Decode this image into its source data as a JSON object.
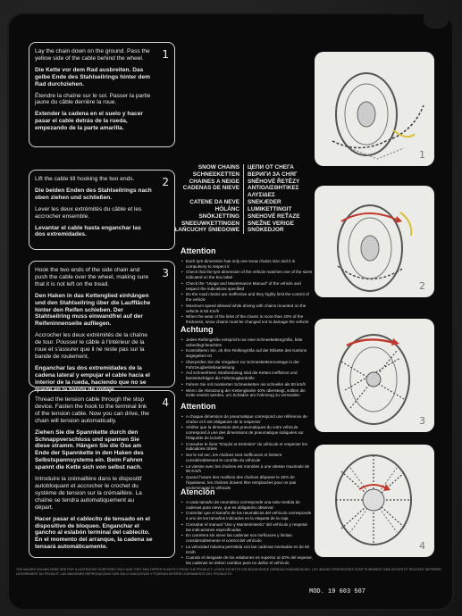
{
  "steps": [
    {
      "number": "1",
      "en": "Lay the chain down on the ground. Pass the yellow side of the cable behind the wheel.",
      "de": "Die Kette vor dem Rad ausbreiten. Das gelbe Ende des Stahlseilrings hinter dem Rad durchziehen.",
      "fr": "Étendre la chaîne sur le sol. Passer la partie jaune du câble derrière la roue.",
      "es": "Extender la cadena en el suelo y hacer pasar el cable detrás de la rueda, empezando de la parte amarilla."
    },
    {
      "number": "2",
      "en": "Lift the cable till hooking the two ends.",
      "de": "Die beiden Enden des Stahlseilrings nach oben ziehen und schließen.",
      "fr": "Lever les deux extrémités du câble et les accrocher ensemble.",
      "es": "Levantar el cable hasta enganchar las dos extremidades."
    },
    {
      "number": "3",
      "en": "Hook the two ends of the side chain and push the cable over the wheel, making sure that it is not left on the tread.",
      "de": "Den Haken in das Kettenglied einhängen und den Stahlseilring über die Lauffläche hinter den Reifen schieben. Der Stahlseilring muss einwandfrei auf der Reifeninnenseite aufliegen.",
      "fr": "Accrocher les deux extrémités de la chaîne de tour. Pousser le câble à l'intérieur de la roue et s'assurer que il ne reste pas sur la bande de roulement.",
      "es": "Enganchar las dos extremidades de la cadena lateral y empujar el cable hacia el interior de la rueda, haciendo que no se quede en la banda de rodaje."
    },
    {
      "number": "4",
      "en": "Thread the tension cable through the stop device. Fasten the hook to the terminal link of the tension cable. Now you can drive, the chain will tension automatically.",
      "de": "Ziehen Sie die Spannkette durch den Schnappverschluss und spannen Sie diese stramm. Hängen Sie die Öse am Ende der Spannkette in den Haken des Selbstspannsystems ein. Beim Fahren spannt die Kette sich von selbst nach.",
      "fr": "Introduire la crémaillère dans le dispositif autobloquant et accrocher le crochet du système de tension sur la crémaillère. La chaîne se tendra automatiquement au départ.",
      "es": "Hacer pasar el cablecito de tensado en el dispositivo de bloqueo. Enganchar el gancho al eslabón terminal del cablecito. En el momento del arranque, la cadena se tensará automáticamente."
    }
  ],
  "figures": [
    {
      "number": "1"
    },
    {
      "number": "2"
    },
    {
      "number": "3"
    },
    {
      "number": "4"
    }
  ],
  "languages": [
    {
      "left": "SNOW CHAINS",
      "right": "ЦЕПИ ОТ СНЕГА"
    },
    {
      "left": "SCHNEEKETTEN",
      "right": "ВЕРИГИ ЗА СНЯГ"
    },
    {
      "left": "CHAINES A NEIGE",
      "right": "SNĚHOVÉ ŘETĚZY"
    },
    {
      "left": "CADENAS DE NIEVE",
      "right": "ΑΝΤΙΟΛΙΣΘΗΤΙΚΕΣ ΑΛΥΣΙΔΕΣ"
    },
    {
      "left": "CATENE DA NEVE",
      "right": "SNEKÆDER"
    },
    {
      "left": "HÓLÁNC",
      "right": "LUMIKETTINGIT"
    },
    {
      "left": "SNÖKJETTING",
      "right": "SNEHOVÉ REŤAZE"
    },
    {
      "left": "SNEEUWKETTINGEN",
      "right": "SNEŽNE VERIGE"
    },
    {
      "left": "ŁAŃCUCHY ŚNIEGOWE",
      "right": "SNÖKEDJOR"
    }
  ],
  "warnings": [
    {
      "heading": "Attention",
      "items": [
        "Each tyre dimension has only one snow chains size and it is compulsory to respect it",
        "Check that the tyre dimension of the vehicle matches one of the sizes indicated on the box label",
        "Check the \"Usage and Maintenance Manual\" of the vehicle and respect the indications specified",
        "Do the road chains are ineffective and they highly limit the control of the vehicle",
        "Maximum speed allowed while driving with chains mounted on the vehicle is 50 Km/h",
        "When the wear of the links of the chains is more than 40% of the thickness, snow chains must be changed not to damage the vehicle"
      ]
    },
    {
      "heading": "Achtung",
      "items": [
        "Jedes Reifengröße entspricht nur eine Schneekettengröße, bitte unbedingt beachten",
        "Kontrollieren Sie, ob Ihre Reifengröße auf der Etikette des Kartons angegeben ist",
        "Überprüfen Sie die Vorgaben zur Schneekettenmontage in der Fahrzeugbetriebsanleitung",
        "Auf schneefreien Straßenbelag sind die Ketten ineffizient und beeinträchtigen die Fahrzeugkontrolle",
        "Fahren Sie mit montierten Schneeketten nie schneller als 50 km/h",
        "Wenn die Abnutzung der Kettenglieder 40% übersteigt, sollten die Kette ersetzt werden, um Schäden am Fahrzeug zu vermeiden"
      ]
    },
    {
      "heading": "Attention",
      "items": [
        "A chaque dimension de pneumatique correspond une référence de chaîne et il est obligatoire de la respecter",
        "Vérifier que la dimension des pneumatiques du votre véhicule correspond à une des dimensions de pneumatique indiquées sur l'étiquette de la boîte",
        "Consulter le livret \"Emploi et Entretien\" du véhicule et respecter les indications citées",
        "Sur le sol sec, les chaînes sont inefficaces et limitent considérablement le contrôle du véhicule",
        "La vitesse avec les chaînes est montées à une vitesse maximale de 50 Km/h",
        "Quand l'usure des maillons des chaînes dépasse le 40% de l'épaisseur, les chaînes doivent être remplacées pour ne pas endommager le véhicule"
      ]
    },
    {
      "heading": "Atención",
      "items": [
        "A cada tamaño de neumático corresponde una sola medida de cadenas para nieve, que es obligatorio observar",
        "Controlar que el tamaño de los neumáticos del vehículo corresponde a uno de los tamaños indicados en la etiqueta de la caja",
        "Consultar el manual \"Uso y Mantenimiento\" del vehículo y respetar las indicaciones especificadas",
        "En carretera sin nieve las cadenas son ineficaces y limitan considerablemente el control del vehículo",
        "La velocidad máxima permitida con las cadenas montadas es de 50 Km/h",
        "Cuando el desgaste de los eslabones es superior al 40% del espesor, las cadenas se deben cambiar para no dañar el vehículo"
      ]
    }
  ],
  "footer": "THE IMAGES SHOWN HERE ARE FOR ILLUSTRATIVE PURPOSES ONLY AND THEY MAY DIFFER SLIGHTLY FROM THE PRODUCT. LESEN SIE BITTE DIE BEILIEGENDE GEBRAUCHSANWEISUNG. LES IMAGES PRESENTEES SONT PUREMENT INDICATIVES ET PEUVENT DIFFERER LEGEREMENT DU PRODUIT. LAS IMAGENES REPRODUCIDAS SON SOLO INDICATIVAS Y PODRIAN DIFERIR LIGERAMENTE DEL PRODUCTO.",
  "model": "MOD. 19 603 507"
}
